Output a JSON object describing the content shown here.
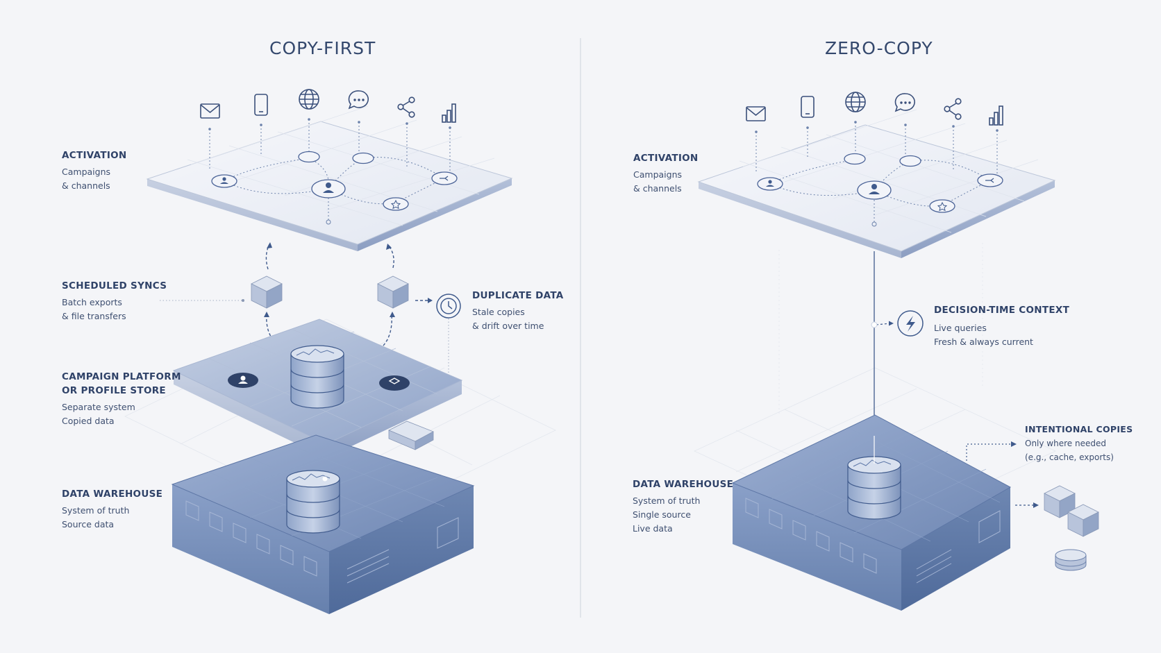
{
  "left": {
    "title": "COPY-FIRST",
    "activation": {
      "heading": "ACTIVATION",
      "line1": "Campaigns",
      "line2": "& channels"
    },
    "syncs": {
      "heading": "SCHEDULED SYNCS",
      "line1": "Batch exports",
      "line2": "& file transfers"
    },
    "duplicate": {
      "heading": "DUPLICATE DATA",
      "line1": "Stale copies",
      "line2": "& drift over time"
    },
    "campaign": {
      "heading1": "CAMPAIGN PLATFORM",
      "heading2": "OR PROFILE STORE",
      "line1": "Separate system",
      "line2": "Copied data"
    },
    "warehouse": {
      "heading": "DATA WAREHOUSE",
      "line1": "System of truth",
      "line2": "Source data"
    }
  },
  "right": {
    "title": "ZERO-COPY",
    "activation": {
      "heading": "ACTIVATION",
      "line1": "Campaigns",
      "line2": "& channels"
    },
    "decision": {
      "heading": "DECISION-TIME CONTEXT",
      "line1": "Live queries",
      "line2": "Fresh & always current"
    },
    "intentional": {
      "heading": "INTENTIONAL COPIES",
      "line1": "Only where needed",
      "line2": "(e.g., cache, exports)"
    },
    "warehouse": {
      "heading": "DATA WAREHOUSE",
      "line1": "System of truth",
      "line2": "Single source",
      "line3": "Live data"
    }
  },
  "channel_icons": [
    "email-icon",
    "mobile-icon",
    "globe-icon",
    "chat-icon",
    "share-icon",
    "bar-chart-icon"
  ],
  "colors": {
    "ink": "#2f4268",
    "slab_top": "#e9ecf3",
    "slab_side": "#a9b7d2",
    "block": "#6f87b3",
    "accent": "#4a6aa3"
  }
}
